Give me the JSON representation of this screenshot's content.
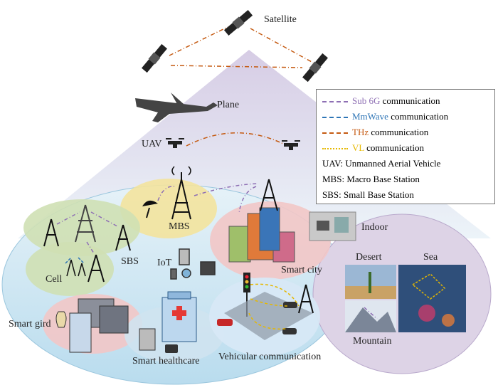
{
  "labels": {
    "satellite": "Satellite",
    "plane": "Plane",
    "uav": "UAV",
    "mbs": "MBS",
    "sbs": "SBS",
    "cell": "Cell",
    "iot": "IoT",
    "smart_city": "Smart city",
    "indoor": "Indoor",
    "smart_grid": "Smart gird",
    "smart_healthcare": "Smart healthcare",
    "vehicular": "Vehicular communication",
    "desert": "Desert",
    "sea": "Sea",
    "mountain": "Mountain"
  },
  "legend": {
    "items": [
      {
        "key": "Sub 6G",
        "rest": " communication",
        "color": "#8e6fb4",
        "style": "dashdot"
      },
      {
        "key": "MmWave",
        "rest": " communication",
        "color": "#2e75b6",
        "style": "dashdot"
      },
      {
        "key": "THz",
        "rest": " communication",
        "color": "#c55a11",
        "style": "dashdot"
      },
      {
        "key": "VL",
        "rest": " communication",
        "color": "#e6b800",
        "style": "dashed"
      }
    ],
    "abbreviations": [
      "UAV: Unmanned Aerial Vehicle",
      "MBS: Macro Base Station",
      "SBS: Small Base Station"
    ]
  },
  "colors": {
    "ground": "#cfe6f2",
    "beam": "#e7e2f0",
    "mbs_zone": "#f3e39d",
    "sbs_zone": "#cfe0b4",
    "city_zone": "#f2c6c6",
    "remote_zone": "#ddd3e6"
  }
}
